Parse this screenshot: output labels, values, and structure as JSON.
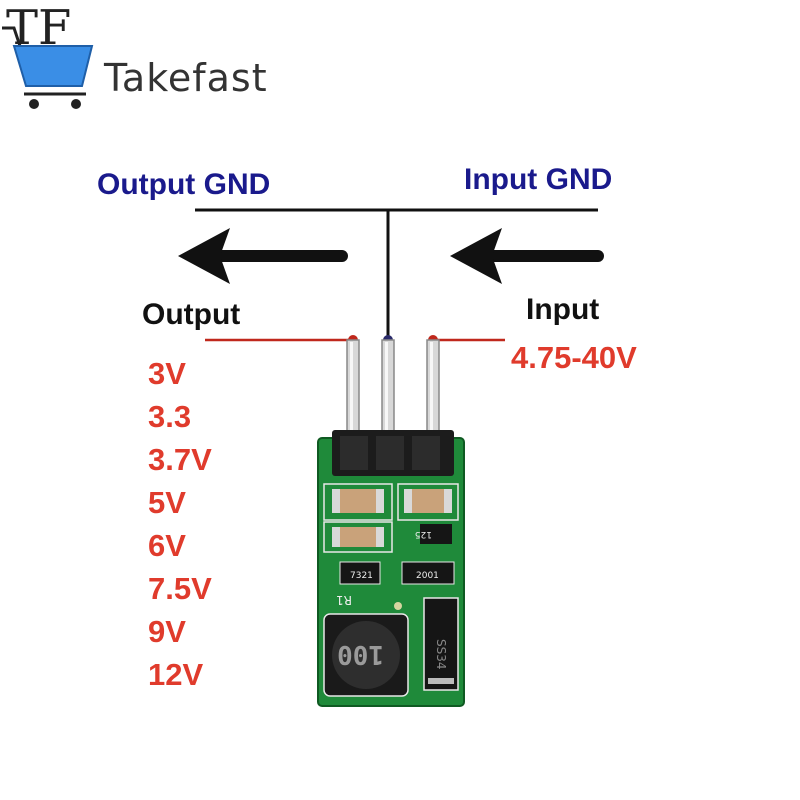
{
  "brand": {
    "logo_letters": "TF",
    "name": "Takefast",
    "logo_icon": "shopping-cart-icon"
  },
  "labels": {
    "output_gnd": "Output GND",
    "input_gnd": "Input GND",
    "output": "Output",
    "input": "Input",
    "input_range": "4.75-40V"
  },
  "output_voltages": [
    "3V",
    "3.3",
    "3.7V",
    "5V",
    "6V",
    "7.5V",
    "9V",
    "12V"
  ],
  "board": {
    "silkscreen": {
      "r1": "R1",
      "cap_125": "125",
      "res_7321": "7321",
      "res_2001": "2001",
      "inductor": "100",
      "diode": "SS34"
    }
  },
  "colors": {
    "gnd_text": "#1a1a8c",
    "voltage_text": "#e03b2c",
    "pcb_green": "#1f8a3a",
    "cart_blue": "#3a8ee6"
  }
}
